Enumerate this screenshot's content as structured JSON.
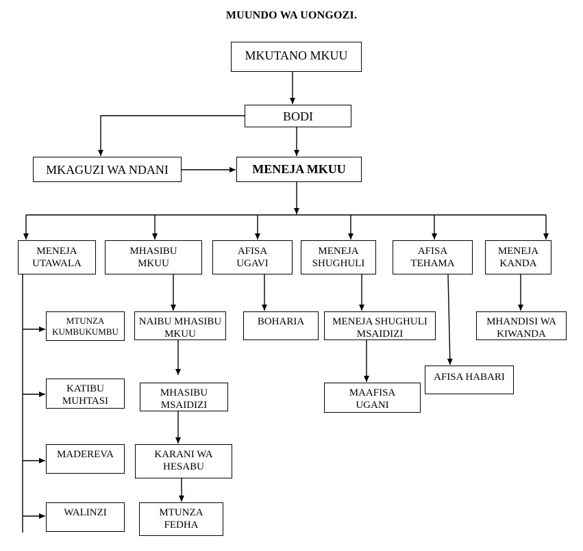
{
  "title": "MUUNDO WA UONGOZI.",
  "nodes": {
    "mkutano": "MKUTANO MKUU",
    "bodi": "BODI",
    "mkaguzi": "MKAGUZI WA NDANI",
    "meneja_mkuu": "MENEJA MKUU",
    "meneja_utawala": "MENEJA\nUTAWALA",
    "mhasibu_mkuu": "MHASIBU\nMKUU",
    "afisa_ugavi": "AFISA\nUGAVI",
    "meneja_shughuli": "MENEJA\nSHUGHULI",
    "afisa_tehama": "AFISA\nTEHAMA",
    "meneja_kanda": "MENEJA\nKANDA",
    "mtunza_kumbukumbu": "MTUNZA\nKUMBUKUMBU",
    "katibu_muhtasi": "KATIBU\nMUHTASI",
    "madereva": "MADEREVA",
    "walinzi": "WALINZI",
    "naibu_mhasibu": "NAIBU MHASIBU\nMKUU",
    "mhasibu_msaidizi": "MHASIBU\nMSAIDIZI",
    "karani_hesabu": "KARANI WA\nHESABU",
    "mtunza_fedha": "MTUNZA\nFEDHA",
    "boharia": "BOHARIA",
    "meneja_shughuli_msaidizi": "MENEJA SHUGHULI\nMSAIDIZI",
    "maafisa_ugani": "MAAFISA\nUGANI",
    "afisa_habari": "AFISA HABARI",
    "mhandisi_kiwanda": "MHANDISI WA\nKIWANDA"
  }
}
